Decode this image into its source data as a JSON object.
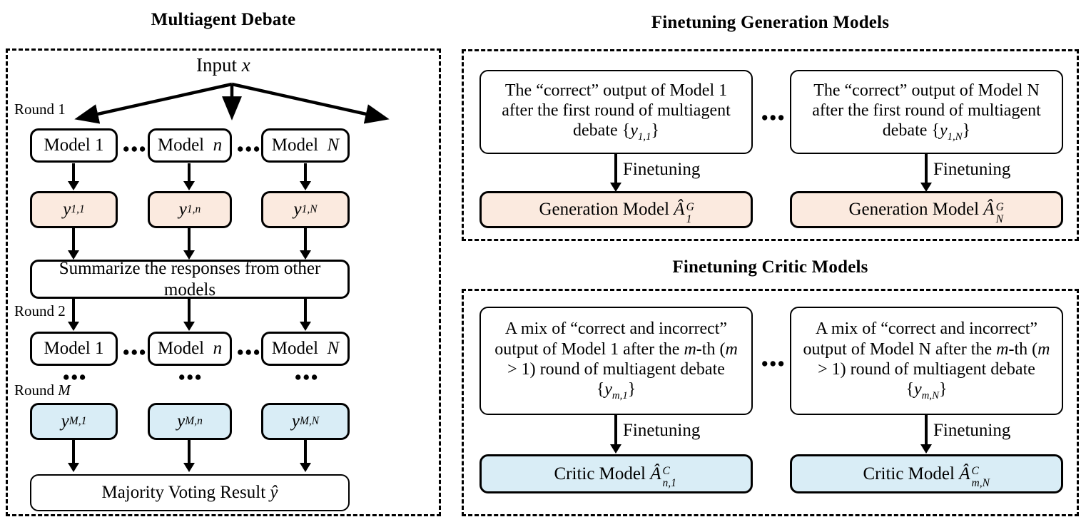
{
  "panels": {
    "debate": {
      "title": "Multiagent Debate",
      "input_label": "Input x",
      "rounds": [
        {
          "label": "Round 1"
        },
        {
          "label": "Round 2"
        },
        {
          "label": "Round M"
        }
      ],
      "models_round1": [
        "Model 1",
        "Model n",
        "Model N"
      ],
      "models_round2": [
        "Model 1",
        "Model n",
        "Model N"
      ],
      "outputs_round1": [
        "y1,1",
        "y1,n",
        "y1,N"
      ],
      "outputs_roundM": [
        "yM,1",
        "yM,n",
        "yM,N"
      ],
      "summarize_label": "Summarize the responses from other models",
      "majority_label": "Majority Voting Result ŷ",
      "ellipsis": "•••"
    },
    "generation": {
      "title": "Finetuning Generation Models",
      "ellipsis": "•••",
      "items": [
        {
          "source_text": "The “correct” output of Model 1 after the first round of multiagent debate {y1,1}",
          "arrow_label": "Finetuning",
          "model_label": "Generation Model Â1G"
        },
        {
          "source_text": "The “correct” output of Model N after the first round of multiagent debate {y1,N}",
          "arrow_label": "Finetuning",
          "model_label": "Generation Model ÂNG"
        }
      ]
    },
    "critic": {
      "title": "Finetuning Critic Models",
      "ellipsis": "•••",
      "items": [
        {
          "source_text": "A mix of “correct and incorrect” output of Model 1 after the m-th (m > 1) round of multiagent debate {ym,1}",
          "arrow_label": "Finetuning",
          "model_label": "Critic Model Ân,1C"
        },
        {
          "source_text": "A mix of “correct and incorrect” output of Model N after the m-th (m > 1) round of multiagent debate {ym,N}",
          "arrow_label": "Finetuning",
          "model_label": "Critic Model Âm,NC"
        }
      ]
    }
  },
  "colors": {
    "generation_fill": "#FBEADF",
    "critic_fill": "#D9EDF6",
    "stroke": "#000000",
    "background": "#FFFFFF"
  }
}
